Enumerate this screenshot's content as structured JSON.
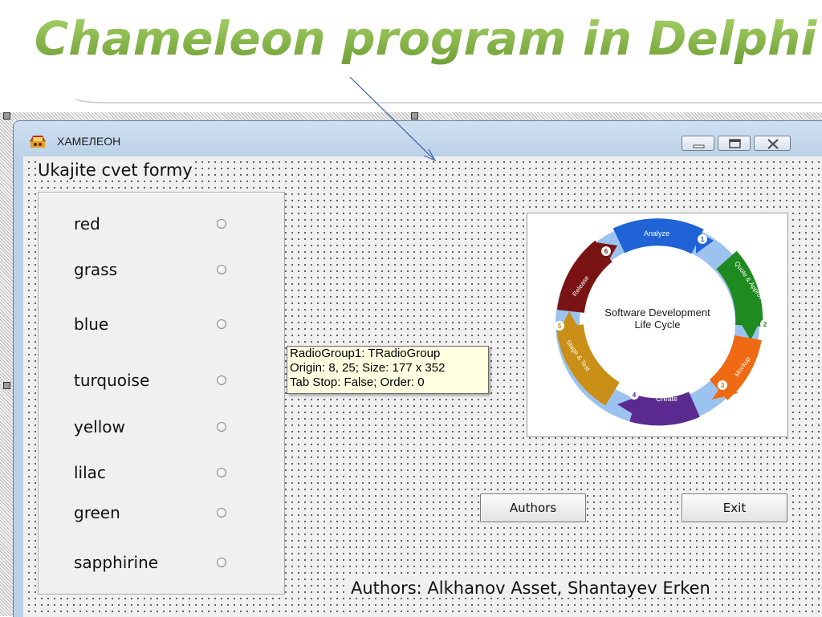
{
  "slide": {
    "title": "Chameleon program in Delphi",
    "title_color": "#8ab84a"
  },
  "window": {
    "title": "ХАМЕЛЕОН",
    "controls": [
      "minimize-icon",
      "maximize-icon",
      "close-icon"
    ]
  },
  "form": {
    "label": "Ukajite cvet formy",
    "authors_text": "Authors:  Alkhanov Asset, Shantayev Erken"
  },
  "radio_group": {
    "selected": null,
    "items": [
      {
        "label": "red"
      },
      {
        "label": "grass"
      },
      {
        "label": "blue"
      },
      {
        "label": "turquoise"
      },
      {
        "label": "yellow"
      },
      {
        "label": "lilac"
      },
      {
        "label": "green"
      },
      {
        "label": "sapphirine"
      }
    ]
  },
  "tooltip": {
    "line1": "RadioGroup1: TRadioGroup",
    "line2": "Origin: 8, 25; Size: 177 x 352",
    "line3": "Tab Stop: False; Order: 0"
  },
  "image": {
    "center_title_line1": "Software Development",
    "center_title_line2": "Life Cycle",
    "stages": [
      {
        "number": "1",
        "label": "Analyze",
        "color": "#1f63d6"
      },
      {
        "number": "2",
        "label": "Quote & Approve",
        "color": "#1f8a1f"
      },
      {
        "number": "3",
        "label": "Mockup",
        "color": "#ef6a12"
      },
      {
        "number": "4",
        "label": "Create",
        "color": "#5b2a91"
      },
      {
        "number": "5",
        "label": "Stage & Test",
        "color": "#c98f16"
      },
      {
        "number": "6",
        "label": "Release",
        "color": "#7a1414"
      }
    ]
  },
  "buttons": {
    "authors": "Authors",
    "exit": "Exit"
  }
}
